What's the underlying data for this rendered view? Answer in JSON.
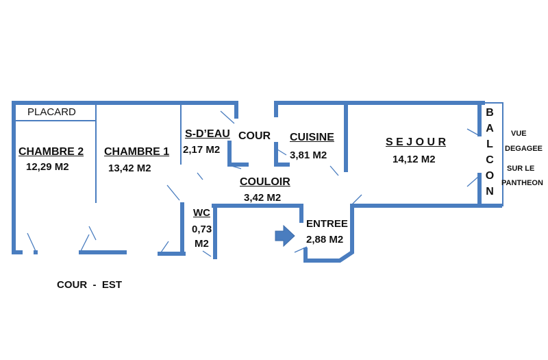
{
  "placard": "PLACARD",
  "rooms": {
    "chambre2": {
      "name": "CHAMBRE 2",
      "area": "12,29 M2"
    },
    "chambre1": {
      "name": "CHAMBRE 1",
      "area": "13,42 M2"
    },
    "sdeau": {
      "name": "S-D’EAU",
      "area": "2,17 M2"
    },
    "cour": {
      "name": "COUR"
    },
    "cuisine": {
      "name": "CUISINE",
      "area": "3,81 M2"
    },
    "sejour": {
      "name": "S E J O U R",
      "area": "14,12 M2"
    },
    "couloir": {
      "name": "COULOIR",
      "area": "3,42 M2"
    },
    "wc": {
      "name": "WC",
      "area_line1": "0,73",
      "area_line2": "M2"
    },
    "entree": {
      "name": "ENTREE",
      "area": "2,88 M2"
    }
  },
  "balcon": [
    "B",
    "A",
    "L",
    "C",
    "O",
    "N"
  ],
  "view_note": {
    "line1": "VUE",
    "line2": "DEGAGEE",
    "line3": "SUR LE",
    "line4": "PANTHEON"
  },
  "orientation": "COUR  -  EST",
  "colors": {
    "wall": "#4a7dbf",
    "text": "#111111"
  }
}
